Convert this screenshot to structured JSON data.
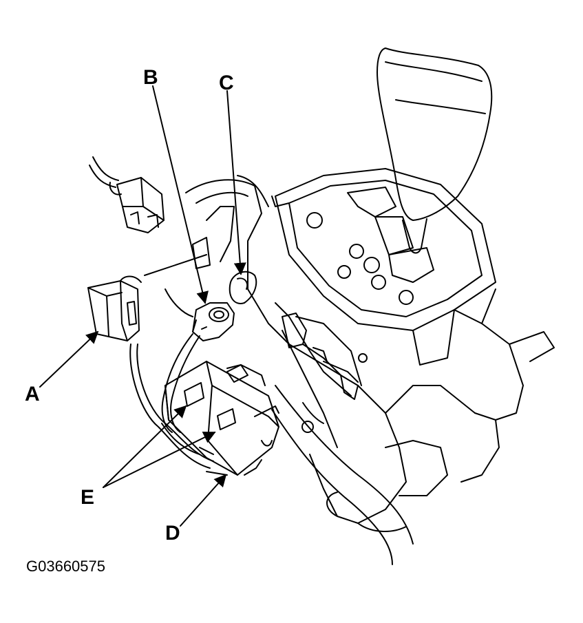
{
  "callouts": {
    "a": "A",
    "b": "B",
    "c": "C",
    "d": "D",
    "e": "E"
  },
  "figure_id": "G03660575"
}
